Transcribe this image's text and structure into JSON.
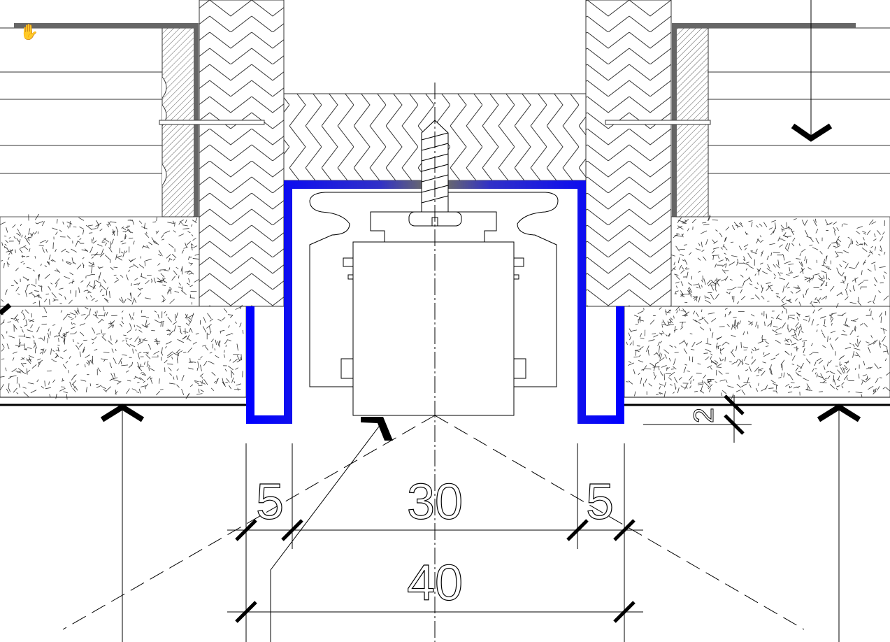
{
  "drawing": {
    "dimensions": {
      "left_gap": "5",
      "profile_inner": "30",
      "right_gap": "5",
      "overall": "40",
      "side_offset": "2"
    },
    "colors": {
      "profile": "#0000ff",
      "lines": "#000000",
      "plate": "#666666"
    },
    "cursor_icon": "hand-icon"
  }
}
